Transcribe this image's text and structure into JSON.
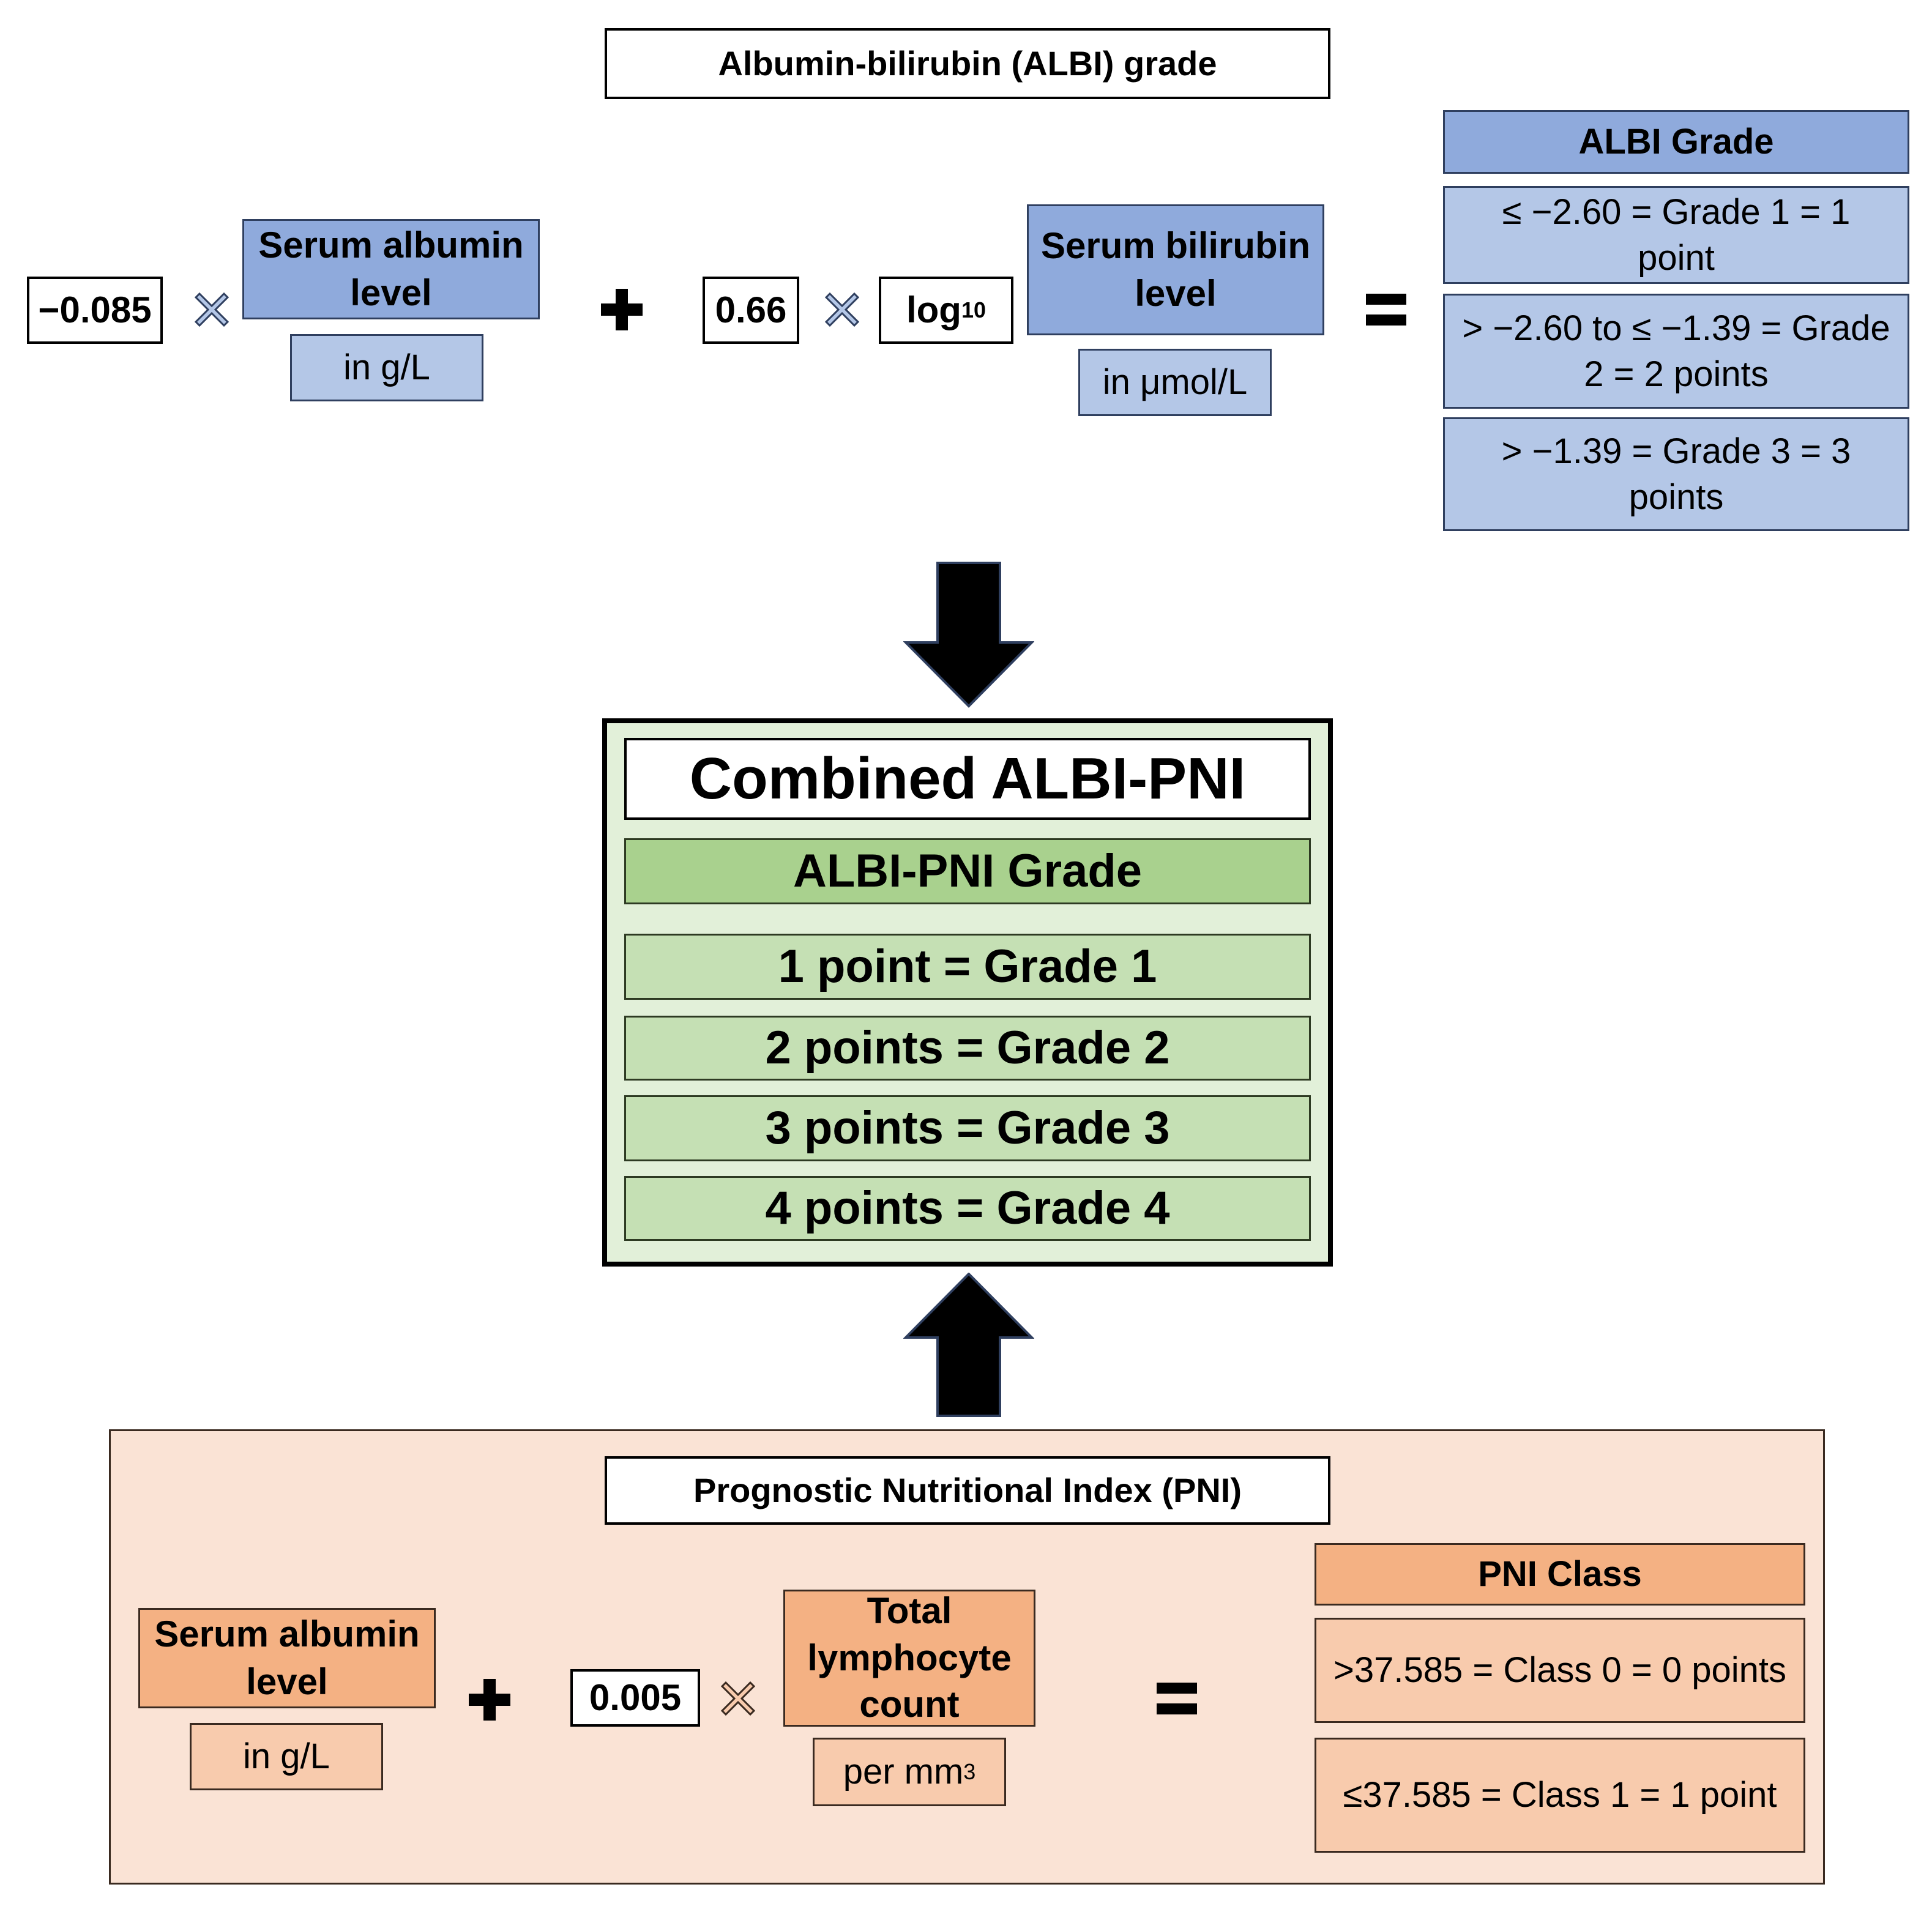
{
  "albi": {
    "title": "Albumin-bilirubin (ALBI) grade",
    "coef1": "−0.085",
    "albumin_label": "Serum albumin level",
    "albumin_unit": "in g/L",
    "coef2": "0.66",
    "log_base": "log",
    "log_sub": "10",
    "bilirubin_label": "Serum bilirubin level",
    "bilirubin_unit": "in μmol/L",
    "grade_header": "ALBI Grade",
    "grades": [
      "≤ −2.60 = Grade 1 =  1 point",
      "> −2.60 to ≤ −1.39 = Grade 2 = 2 points",
      "> −1.39 = Grade 3 = 3 points"
    ]
  },
  "combined": {
    "title": "Combined ALBI-PNI",
    "header": "ALBI-PNI Grade",
    "rows": [
      "1 point = Grade 1",
      "2 points = Grade 2",
      "3 points = Grade 3",
      "4 points = Grade 4"
    ]
  },
  "pni": {
    "title": "Prognostic Nutritional Index (PNI)",
    "albumin_label": "Serum albumin level",
    "albumin_unit": "in g/L",
    "coef": "0.005",
    "lymph_label": "Total lymphocyte count",
    "lymph_unit_base": "per mm",
    "lymph_unit_sup": "3",
    "class_header": "PNI Class",
    "classes": [
      ">37.585 = Class 0 = 0 points",
      "≤37.585 = Class 1 = 1 point"
    ]
  },
  "colors": {
    "albi_dark": "#8faadc",
    "albi_light": "#b4c7e7",
    "pni_dark": "#f4b183",
    "pni_light": "#f8cbad",
    "pni_panel": "#fae3d5",
    "combined_panel": "#e2f0d9",
    "combined_dark": "#a9d18e",
    "combined_light": "#c5e0b4"
  },
  "icons": [
    "multiply-icon",
    "plus-icon",
    "equals-icon",
    "down-arrow-icon",
    "up-arrow-icon"
  ]
}
